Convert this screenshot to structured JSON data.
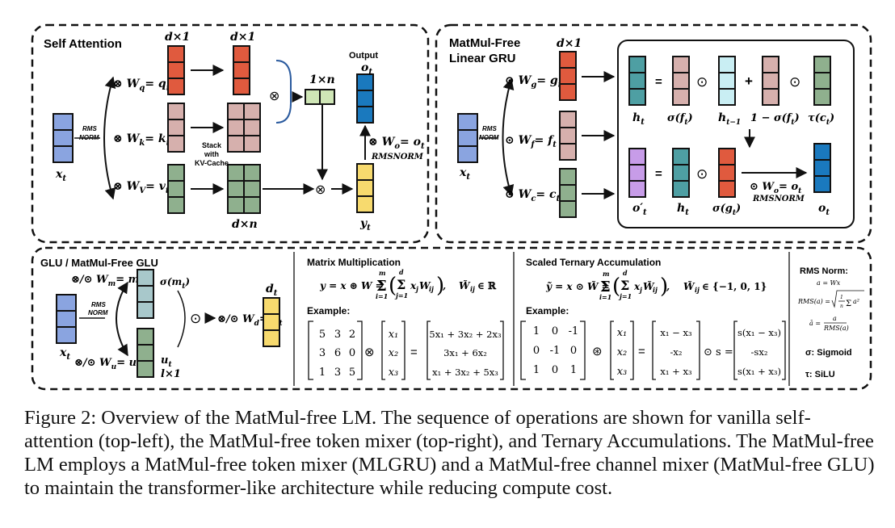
{
  "figure": {
    "self_attention": {
      "title": "Self Attention",
      "dim_top": "d×1",
      "dim_bottom": "d×n",
      "dim_score": "1×n",
      "output_label": "Output",
      "rms_norm": [
        "RMS",
        "NORM"
      ],
      "input": "x",
      "w_q": "⊗  W",
      "q_sub": "q",
      "q_out": "= q",
      "w_k": "⊗  W",
      "k_sub": "k",
      "k_out": "= k",
      "w_v": "⊗  W",
      "v_sub": "V",
      "v_out": "= v",
      "stack": [
        "Stack",
        "with",
        "KV-Cache"
      ],
      "w_o": "⊗  W",
      "o_out": "= o",
      "rmsnorm_upper": "RMSNORM",
      "o_label": "o",
      "y_label": "y",
      "sub_t": "t",
      "sub_o": "o"
    },
    "mlgru": {
      "title": [
        "MatMul-Free",
        "Linear GRU"
      ],
      "dim_top": "d×1",
      "rms_norm": [
        "RMS",
        "NORM"
      ],
      "input": "x",
      "w_g": "⊙  W",
      "g_sub": "g",
      "g_out": "= g",
      "w_f": "⊙  W",
      "f_sub": "f",
      "f_out": "= f",
      "w_c": "⊙  W",
      "c_sub": "c",
      "c_out": "= c",
      "h_label": "h",
      "sigma_f": "σ(f",
      "h_prev": "h",
      "h_prev_sub": "t−1",
      "one_minus": "1 − σ(f",
      "tau_c": "τ(c",
      "o_prime": "o′",
      "sigma_g": "σ(g",
      "w_o": "⊙  W",
      "o_out": "= o",
      "rmsnorm_upper": "RMSNORM",
      "o_label": "o",
      "eq": "=",
      "odot": "⊙",
      "plus": "+"
    },
    "glu": {
      "title": "GLU / MatMul-Free GLU",
      "rms_norm": [
        "RMS",
        "NORM"
      ],
      "input": "x",
      "w_m": "⊗/⊙ W",
      "m_sub": "m",
      "m_out": "= m",
      "w_u": "⊗/⊙ W",
      "u_sub": "u",
      "u_out": "= u",
      "sigma_m": "σ(m",
      "u_label": "u",
      "dim": "l×1",
      "w_d": "⊗/⊙ W",
      "d_sub": "d",
      "d_out": "= d",
      "d_label": "d",
      "odot": "⊙"
    },
    "matmul": {
      "title": "Matrix Multiplication",
      "formula": "y = x ⊛ W = ",
      "sum_top_m": "m",
      "sum_bot_i": "i=1",
      "sum_top_d": "d",
      "sum_bot_j": "j=1",
      "term": "x",
      "term_sub": "j",
      "w_term": "W",
      "w_sub": "ij",
      "domain": "W̃",
      "domain_rest": "∈ ℝ",
      "example": "Example:",
      "matrix": [
        [
          "5",
          "3",
          "2"
        ],
        [
          "3",
          "6",
          "0"
        ],
        [
          "1",
          "3",
          "5"
        ]
      ],
      "op": "⊗",
      "vector": [
        "x₁",
        "x₂",
        "x₃"
      ],
      "eq": "=",
      "result": [
        "5x₁ + 3x₂ + 2x₃",
        "3x₁ + 6x₂",
        "x₁ + 3x₂ + 5x₃"
      ]
    },
    "ternary": {
      "title": "Scaled Ternary Accumulation",
      "formula": "ỹ = x ⊙ W̃ = ",
      "sum_top_m": "m",
      "sum_bot_i": "i=1",
      "sum_top_d": "d",
      "sum_bot_j": "j=1",
      "term": "x",
      "term_sub": "j",
      "w_term": "W̃",
      "w_sub": "ij",
      "domain": "W̃",
      "domain_rest": "∈ {−1, 0, 1}",
      "example": "Example:",
      "matrix": [
        [
          "1",
          "0",
          "-1"
        ],
        [
          "0",
          "-1",
          "0"
        ],
        [
          "1",
          "0",
          "1"
        ]
      ],
      "op": "⊛",
      "vector": [
        "x₁",
        "x₂",
        "x₃"
      ],
      "eq": "=",
      "result": [
        "x₁ − x₃",
        "-x₂",
        "x₁ + x₃"
      ],
      "scale": "⊙ s =",
      "scaled": [
        "s(x₁ − x₃)",
        "-sx₂",
        "s(x₁ + x₃)"
      ]
    },
    "rms": {
      "title": "RMS Norm:",
      "eq1": "a = Wx",
      "eq2_lhs": "RMS(a) =",
      "eq2_rhs": "a²",
      "eq2_frac": "1",
      "eq2_n": "n",
      "eq3_lhs": "ā =",
      "eq3_num": "a",
      "eq3_den": "RMS(a)",
      "sigma": "σ:  Sigmoid",
      "tau": "τ:  SiLU"
    },
    "colors": {
      "red": "#e05a3e",
      "pink": "#d6b0ad",
      "green": "#8fb08e",
      "blue": "#8aa4e0",
      "light_green": "#cfe6b6",
      "cyan": "#4e9fa3",
      "light_cyan": "#c9eef3",
      "purple": "#c79ce8",
      "yellow": "#f7da6e",
      "dark_blue": "#1a79be"
    }
  },
  "caption": "Figure 2: Overview of the MatMul-free LM. The sequence of operations are shown for vanilla self-attention (top-left), the MatMul-free token mixer (top-right), and Ternary Accumulations. The MatMul-free LM employs a MatMul-free token mixer (MLGRU) and a MatMul-free channel mixer (MatMul-free GLU) to maintain the transformer-like architecture while reducing compute cost."
}
